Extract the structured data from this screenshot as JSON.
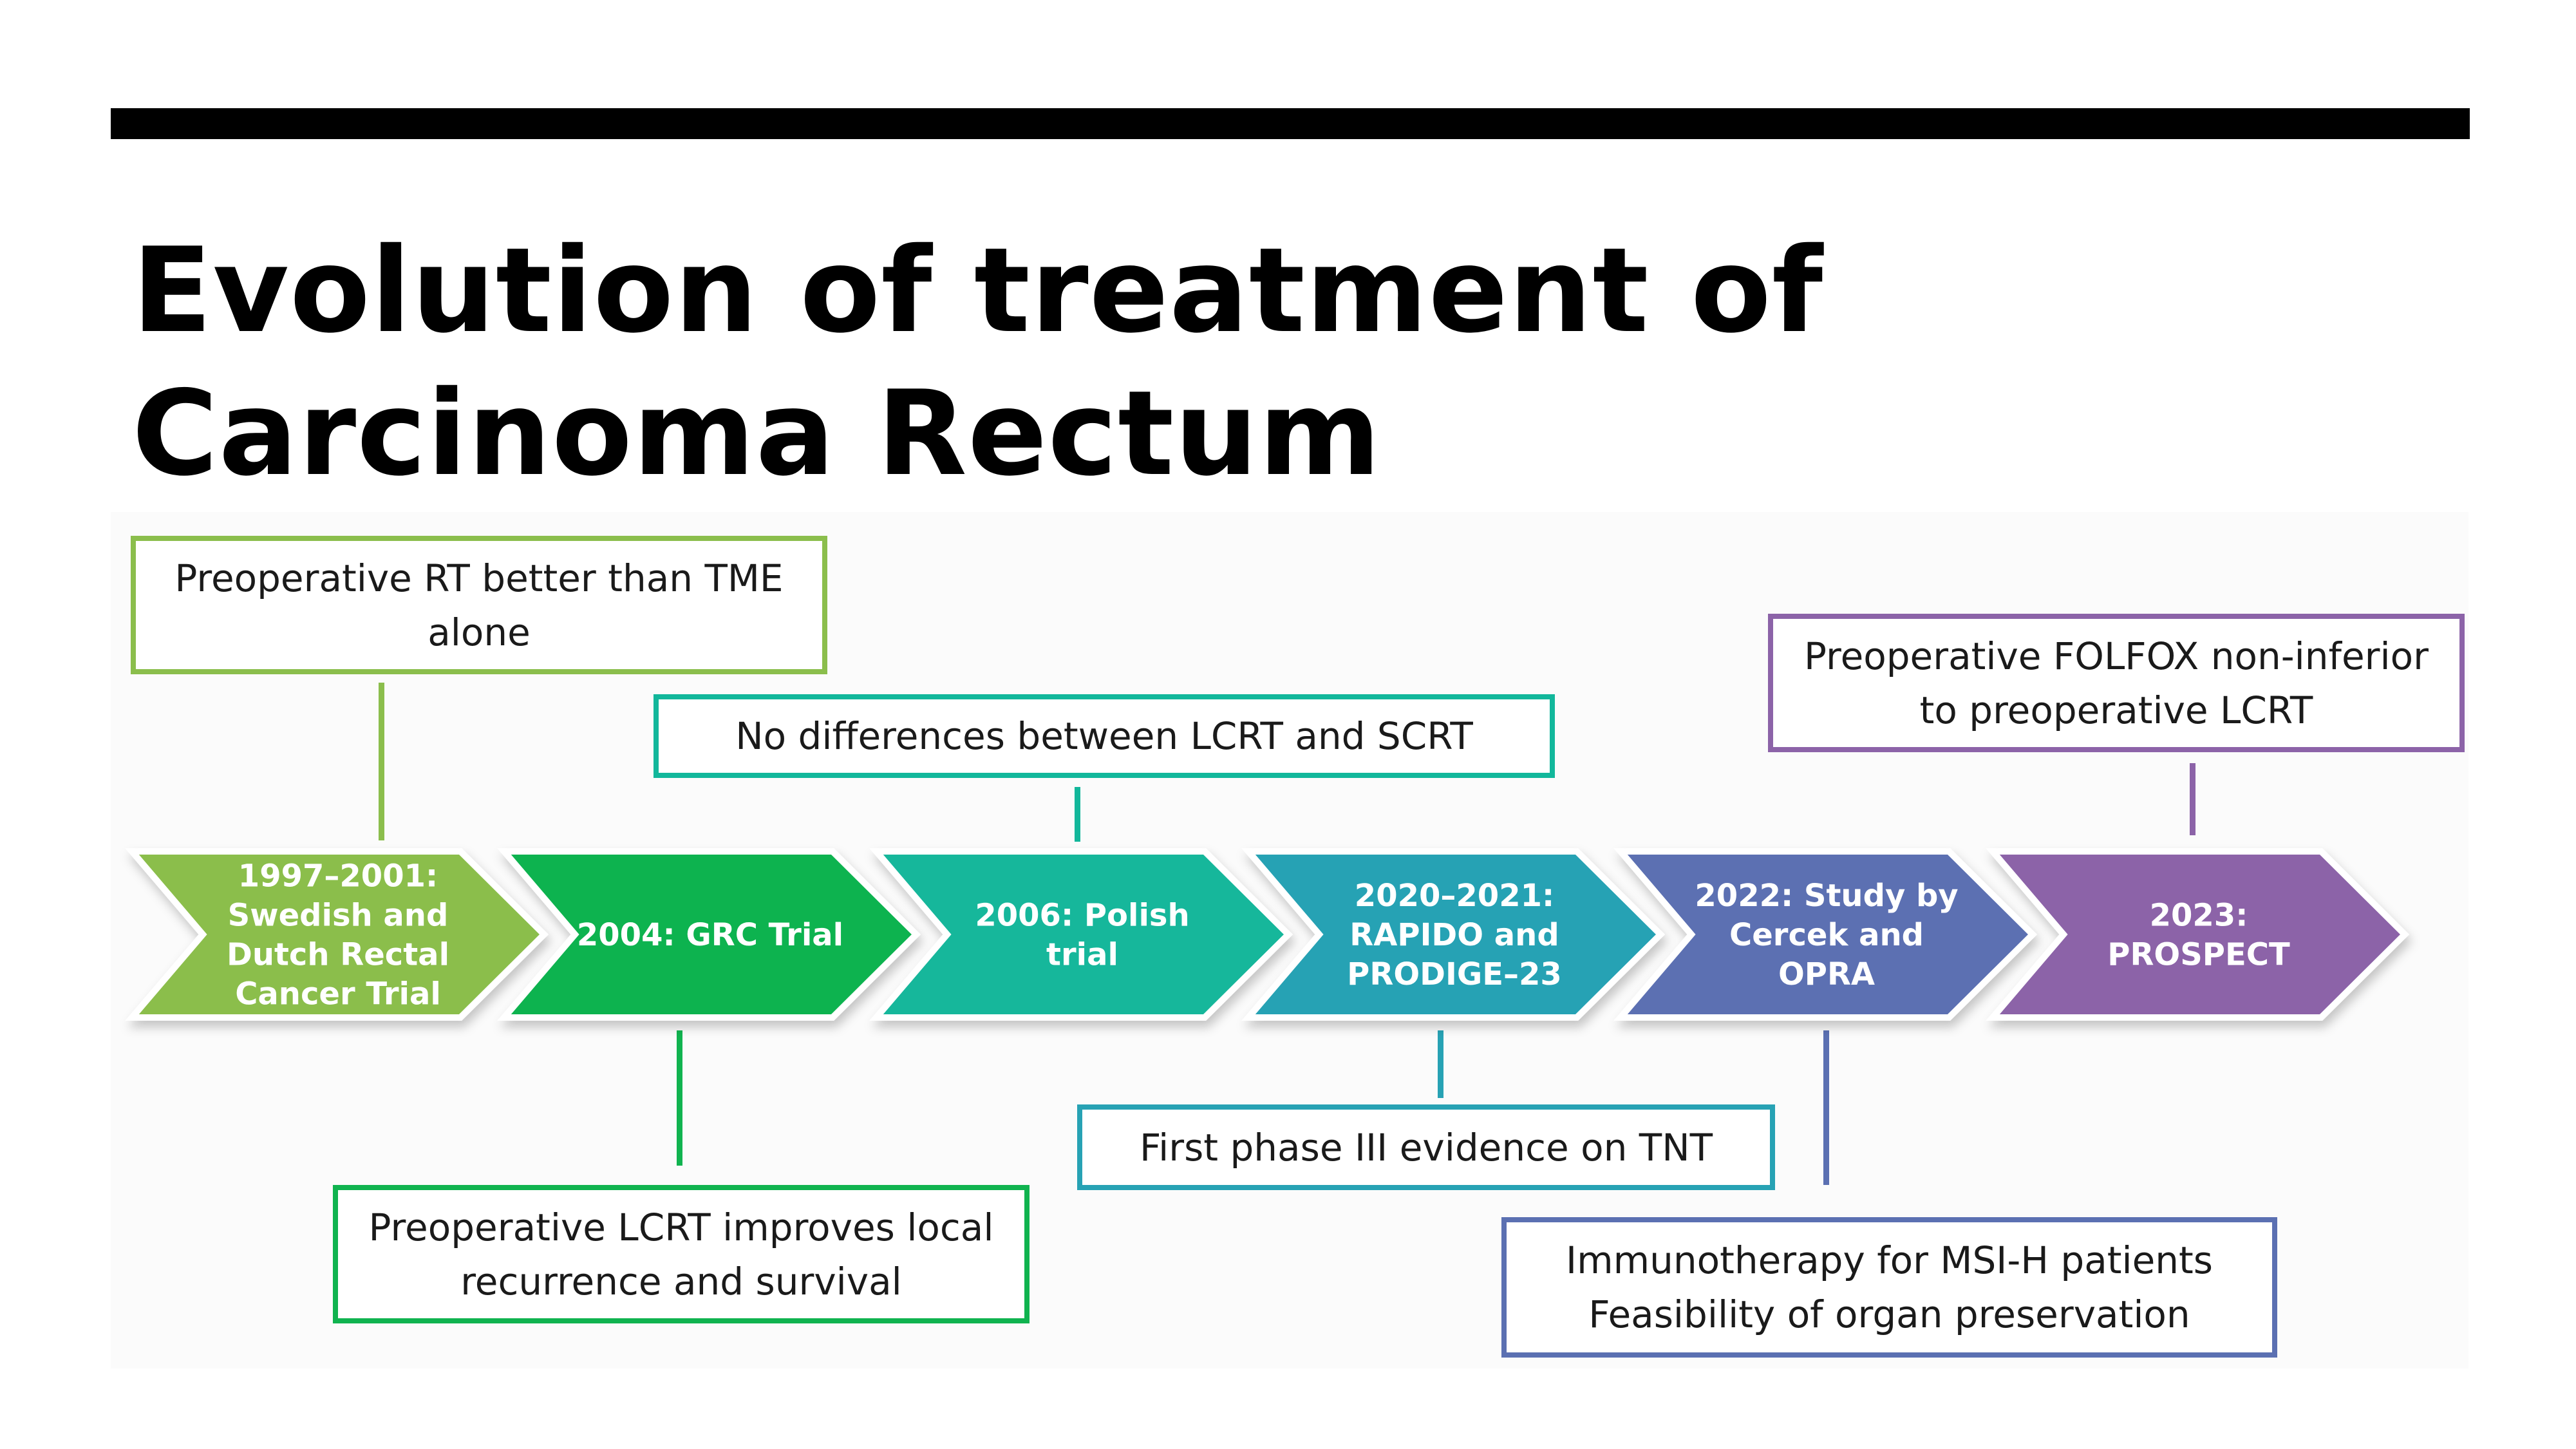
{
  "slide": {
    "title": "Evolution of treatment of Carcinoma Rectum"
  },
  "timeline": {
    "stages": [
      {
        "lines": [
          "1997–2001:",
          "Swedish and",
          "Dutch Rectal",
          "Cancer Trial"
        ],
        "color": "#8BBE4C"
      },
      {
        "lines": [
          "2004: GRC Trial"
        ],
        "color": "#10B34F"
      },
      {
        "lines": [
          "2006: Polish",
          "trial"
        ],
        "color": "#12B79B"
      },
      {
        "lines": [
          "2020–2021:",
          "RAPIDO and",
          "PRODIGE–23"
        ],
        "color": "#27A2B4"
      },
      {
        "lines": [
          "2022: Study by",
          "Cercek and",
          "OPRA"
        ],
        "color": "#5B70B2"
      },
      {
        "lines": [
          "2023:",
          "PROSPECT"
        ],
        "color": "#8C63A8"
      }
    ]
  },
  "callouts": [
    {
      "id": "rt-vs-tme",
      "lines": [
        "Preoperative RT better than TME",
        "alone"
      ],
      "color": "#8BBE4C"
    },
    {
      "id": "lcrt-vs-scrt",
      "lines": [
        "No differences between LCRT and SCRT"
      ],
      "color": "#12B79B"
    },
    {
      "id": "folfox",
      "lines": [
        "Preoperative FOLFOX non-inferior",
        "to preoperative LCRT"
      ],
      "color": "#8C63A8"
    },
    {
      "id": "lcrt-improves",
      "lines": [
        "Preoperative LCRT improves local",
        "recurrence and survival"
      ],
      "color": "#10B34F"
    },
    {
      "id": "tnt",
      "lines": [
        "First phase III evidence on TNT"
      ],
      "color": "#27A2B4"
    },
    {
      "id": "immuno",
      "lines": [
        "Immunotherapy for MSI-H patients",
        "Feasibility of organ preservation"
      ],
      "color": "#5B70B2"
    }
  ]
}
